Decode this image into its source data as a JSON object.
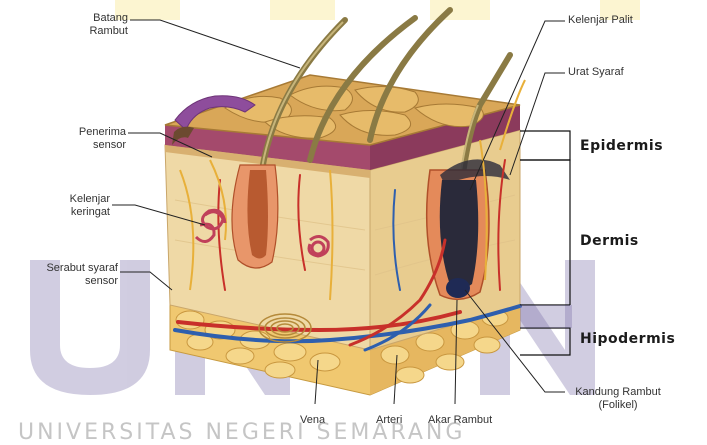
{
  "labels": {
    "batang_rambut": "Batang\nRambut",
    "penerima_sensor": "Penerima\nsensor",
    "kelenjar_keringat": "Kelenjar\nkeringat",
    "serabut_syaraf": "Serabut syaraf\nsensor",
    "kelenjar_palit": "Kelenjar Palit",
    "urat_syaraf": "Urat Syaraf",
    "vena": "Vena",
    "arteri": "Arteri",
    "akar_rambut": "Akar Rambut",
    "kandung_rambut": "Kandung Rambut\n(Folikel)"
  },
  "layers": {
    "epidermis": "Epidermis",
    "dermis": "Dermis",
    "hipodermis": "Hipodermis"
  },
  "watermark": "UNIVERSITAS NEGERI SEMARANG",
  "colors": {
    "epidermis_top": "#d9a758",
    "dermis": "#efd9a6",
    "fat": "#f0c870",
    "hair": "#8a7a44",
    "vein": "#2e5fae",
    "artery": "#c8302a",
    "gland": "#c0405a",
    "watermark_yellow": "#f7e27a",
    "watermark_purple": "#7b6fa8"
  }
}
